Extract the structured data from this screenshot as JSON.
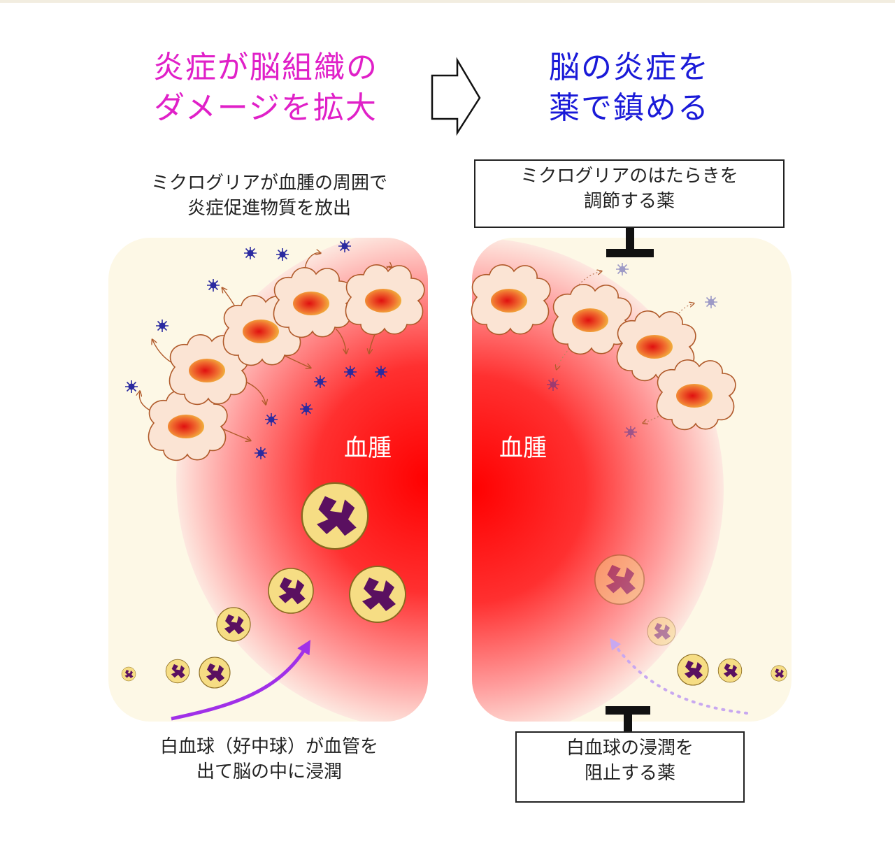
{
  "left_title": {
    "line1": "炎症が脳組織の",
    "line2": "ダメージを拡大",
    "color": "#e020c8"
  },
  "right_title": {
    "line1": "脳の炎症を",
    "line2": "薬で鎮める",
    "color": "#1a1ad8"
  },
  "left_microglia_caption": {
    "line1": "ミクログリアが血腫の周囲で",
    "line2": "炎症促進物質を放出"
  },
  "left_wbc_caption": {
    "line1": "白血球（好中球）が血管を",
    "line2": "出て脳の中に浸潤"
  },
  "right_microglia_drug": {
    "line1": "ミクログリアのはたらきを",
    "line2": "調節する薬"
  },
  "right_wbc_drug": {
    "line1": "白血球の浸潤を",
    "line2": "阻止する薬"
  },
  "hematoma_label_left": "血腫",
  "hematoma_label_right": "血腫",
  "colors": {
    "tissue": "#fdf8e6",
    "hematoma": "#ff0000",
    "microglia_body": "#fbe4d4",
    "microglia_outline": "#b05a2a",
    "cytokine": "#2a2aa0",
    "neutrophil": "#f6dd84",
    "neutrophil_nucleus": "#5a1060",
    "infiltration_arrow": "#a030e8"
  }
}
